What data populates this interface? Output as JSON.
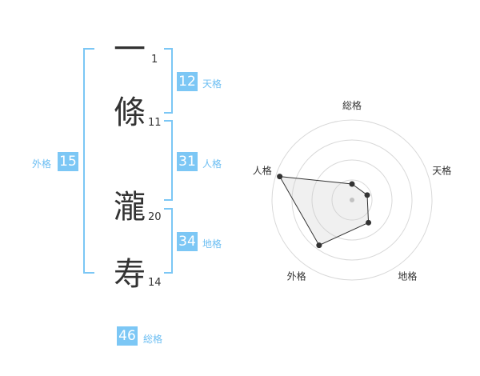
{
  "name_chars": [
    {
      "char": "一",
      "strokes": "1"
    },
    {
      "char": "條",
      "strokes": "11"
    },
    {
      "char": "瀧",
      "strokes": "20"
    },
    {
      "char": "寿",
      "strokes": "14"
    }
  ],
  "kakusu": {
    "tenkaku": {
      "value": "12",
      "label": "天格"
    },
    "jinkaku": {
      "value": "31",
      "label": "人格"
    },
    "chikaku": {
      "value": "34",
      "label": "地格"
    },
    "gaikaku": {
      "value": "15",
      "label": "外格"
    },
    "soukaku": {
      "value": "46",
      "label": "総格"
    }
  },
  "colors": {
    "accent": "#7cc7f5",
    "text": "#333333"
  },
  "chart_data": {
    "type": "radar",
    "axes": [
      "総格",
      "天格",
      "地格",
      "外格",
      "人格"
    ],
    "values": [
      0.2,
      0.2,
      0.35,
      0.7,
      0.95
    ],
    "rings": 4,
    "grid": true
  }
}
